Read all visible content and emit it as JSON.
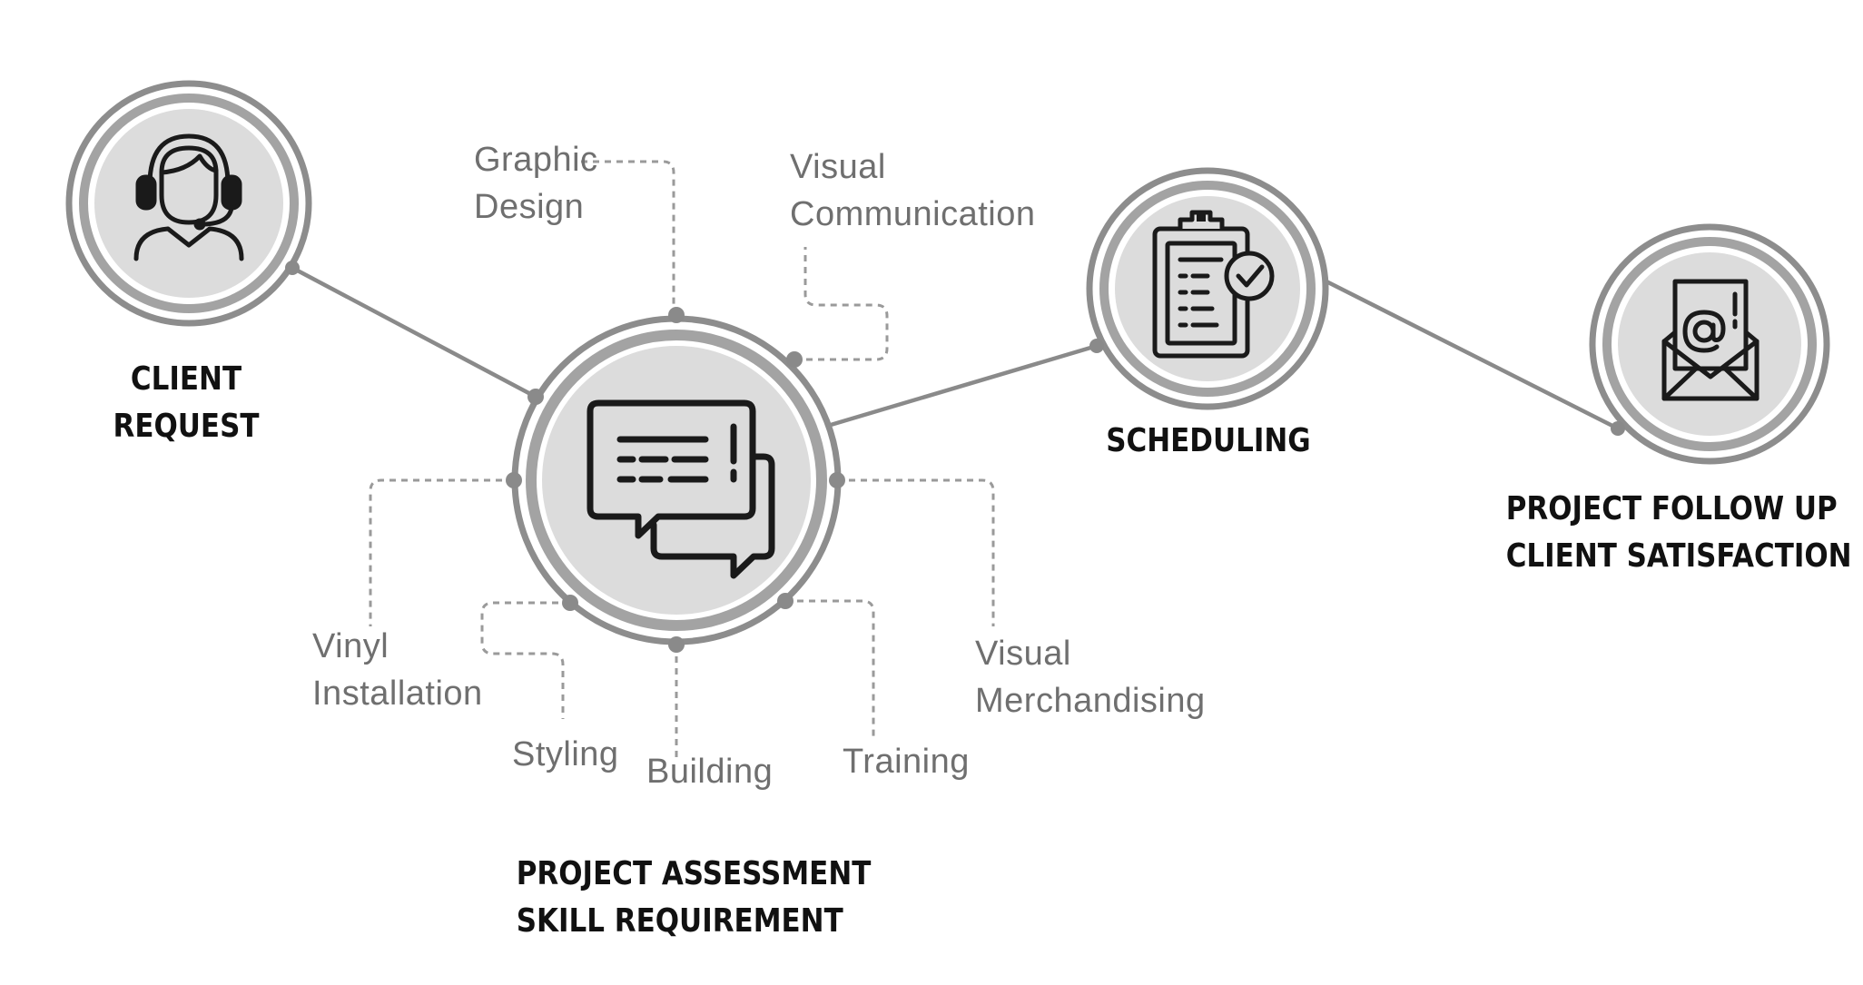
{
  "stages": [
    {
      "id": "client-request",
      "title_lines": [
        "CLIENT",
        "REQUEST"
      ],
      "icon": "headset-agent-icon"
    },
    {
      "id": "project-assessment",
      "title_lines": [
        "PROJECT ASSESSMENT",
        "SKILL REQUIREMENT"
      ],
      "icon": "chat-bubbles-icon"
    },
    {
      "id": "scheduling",
      "title_lines": [
        "SCHEDULING"
      ],
      "icon": "clipboard-check-icon"
    },
    {
      "id": "project-follow-up",
      "title_lines": [
        "PROJECT FOLLOW UP",
        "CLIENT SATISFACTION"
      ],
      "icon": "email-envelope-icon"
    }
  ],
  "skills": [
    {
      "id": "graphic-design",
      "lines": [
        "Graphic",
        "Design"
      ]
    },
    {
      "id": "visual-communication",
      "lines": [
        "Visual",
        "Communication"
      ]
    },
    {
      "id": "visual-merchandising",
      "lines": [
        "Visual",
        "Merchandising"
      ]
    },
    {
      "id": "training",
      "lines": [
        "Training"
      ]
    },
    {
      "id": "building",
      "lines": [
        "Building"
      ]
    },
    {
      "id": "styling",
      "lines": [
        "Styling"
      ]
    },
    {
      "id": "vinyl-installation",
      "lines": [
        "Vinyl",
        "Installation"
      ]
    }
  ],
  "colors": {
    "ring_outer": "#8d8d8d",
    "ring_inner": "#a3a3a3",
    "disc": "#dcdcdc",
    "connector": "#8a8a8a",
    "dashed": "#9a9a9a",
    "icon": "#1a1a1a",
    "skill_text": "#6f6f6f",
    "title_text": "#111111"
  }
}
